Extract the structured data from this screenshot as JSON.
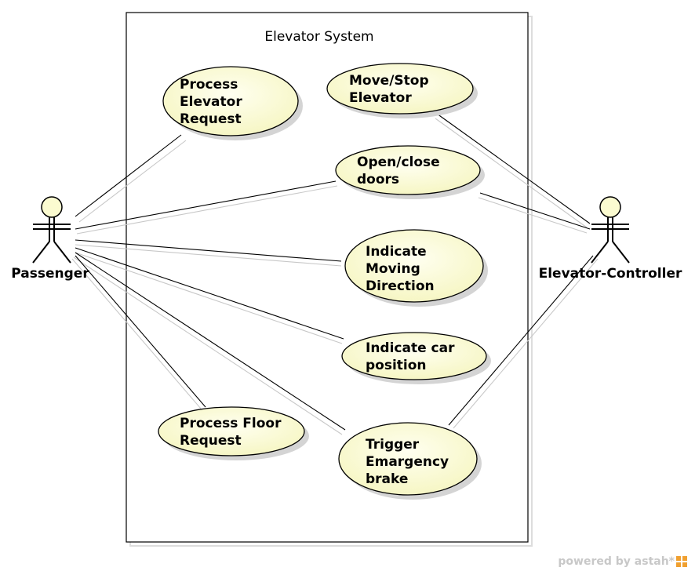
{
  "system": {
    "title": "Elevator System"
  },
  "actors": {
    "passenger": {
      "label": "Passenger"
    },
    "controller": {
      "label": "Elevator-Controller"
    }
  },
  "use_cases": {
    "process_elevator_request": {
      "lines": [
        "Process",
        "Elevator",
        "Request"
      ]
    },
    "move_stop_elevator": {
      "lines": [
        "Move/Stop",
        "Elevator"
      ]
    },
    "open_close_doors": {
      "lines": [
        "Open/close",
        "doors"
      ]
    },
    "indicate_moving_direction": {
      "lines": [
        "Indicate",
        "Moving",
        "Direction"
      ]
    },
    "indicate_car_position": {
      "lines": [
        "Indicate car",
        "position"
      ]
    },
    "process_floor_request": {
      "lines": [
        "Process Floor",
        "Request"
      ]
    },
    "trigger_emergency_brake": {
      "lines": [
        "Trigger",
        "Emargency",
        "brake"
      ]
    }
  },
  "colors": {
    "use_case_fill": "#fbfbd0",
    "actor_head_fill": "#fbfbd0",
    "line": "#000000",
    "shadow": "#d8d8d8"
  },
  "footer": {
    "text": "powered by astah*",
    "logo_icon": "astah-logo-icon"
  }
}
